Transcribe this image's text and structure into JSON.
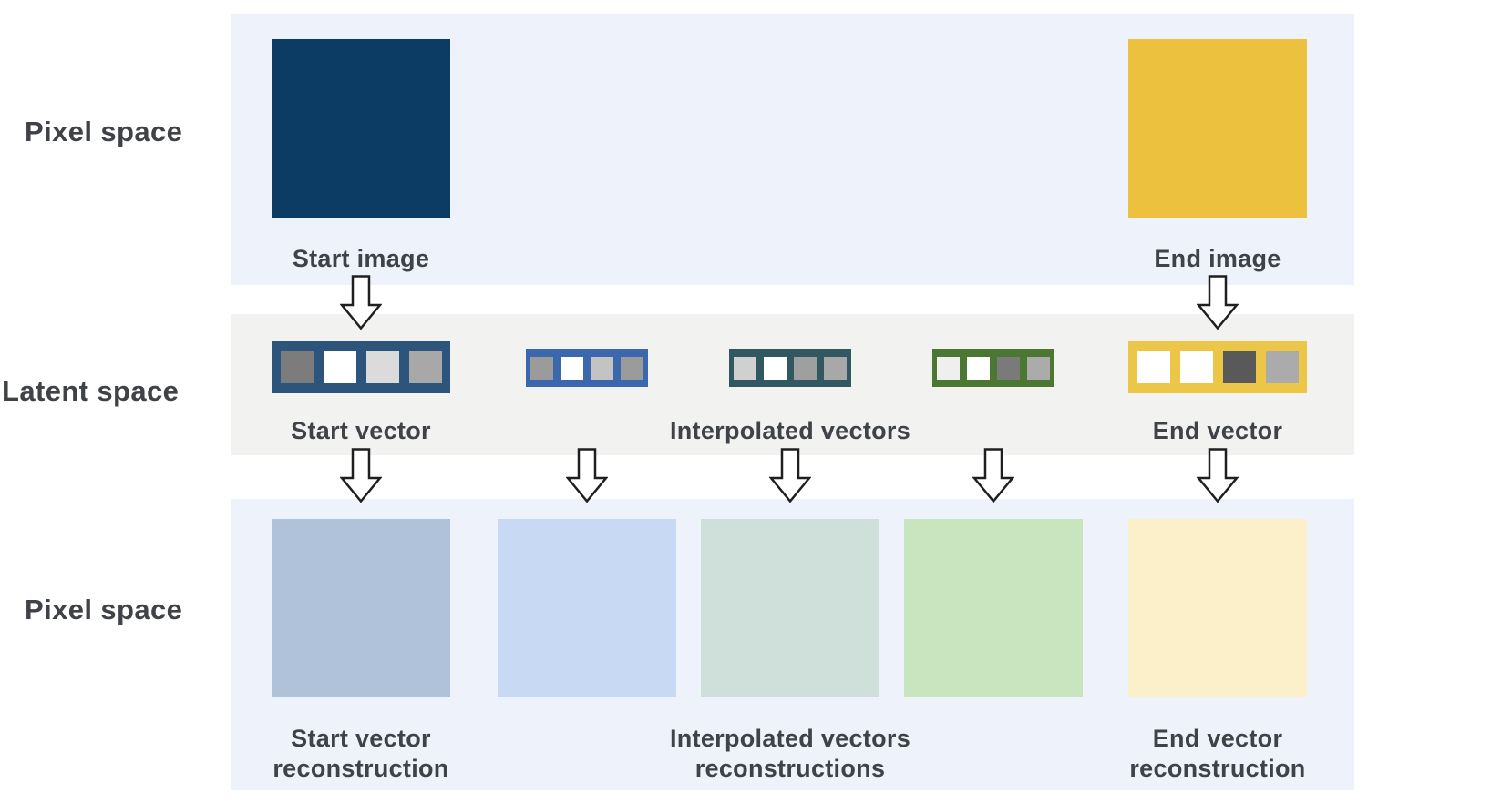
{
  "colors": {
    "pixel_band_bg": "#edf2fb",
    "latent_band_bg": "#f2f2f1",
    "text": "#3f4246",
    "arrow_fill": "#ffffff",
    "arrow_outline": "#1f1f1f"
  },
  "pixel_space_top": {
    "side_label": "Pixel space",
    "items": [
      {
        "label": "Start image",
        "color": "#0c3b64"
      },
      {
        "label": "End image",
        "color": "#ecc13d"
      }
    ]
  },
  "latent_space": {
    "side_label": "Latent space",
    "labels": {
      "start": "Start vector",
      "middle": "Interpolated vectors",
      "end": "End vector"
    },
    "vectors": [
      {
        "name": "start-vector",
        "border": "#2d547a",
        "cells": [
          "#7c7c7c",
          "#ffffff",
          "#dbdbdb",
          "#a8a8a8"
        ]
      },
      {
        "name": "interpolated-vector-1",
        "border": "#3b68ac",
        "cells": [
          "#9b9b9b",
          "#ffffff",
          "#c3c3c3",
          "#9b9b9b"
        ]
      },
      {
        "name": "interpolated-vector-2",
        "border": "#315761",
        "cells": [
          "#d0d0d0",
          "#ffffff",
          "#9f9f9f",
          "#a8a8a8"
        ]
      },
      {
        "name": "interpolated-vector-3",
        "border": "#4c7733",
        "cells": [
          "#efefef",
          "#ffffff",
          "#7a7a7a",
          "#ababab"
        ]
      },
      {
        "name": "end-vector",
        "border": "#ebc647",
        "cells": [
          "#ffffff",
          "#ffffff",
          "#595959",
          "#ababab"
        ]
      }
    ]
  },
  "pixel_space_bottom": {
    "side_label": "Pixel space",
    "items": [
      {
        "label": "Start vector\nreconstruction",
        "color": "#b0c1da"
      },
      {
        "label": "",
        "color": "#c8d9f3"
      },
      {
        "label": "Interpolated vectors\nreconstructions",
        "color": "#cee0d9"
      },
      {
        "label": "",
        "color": "#c9e5c0"
      },
      {
        "label": "End vector\nreconstruction",
        "color": "#fcf0cb"
      }
    ]
  }
}
